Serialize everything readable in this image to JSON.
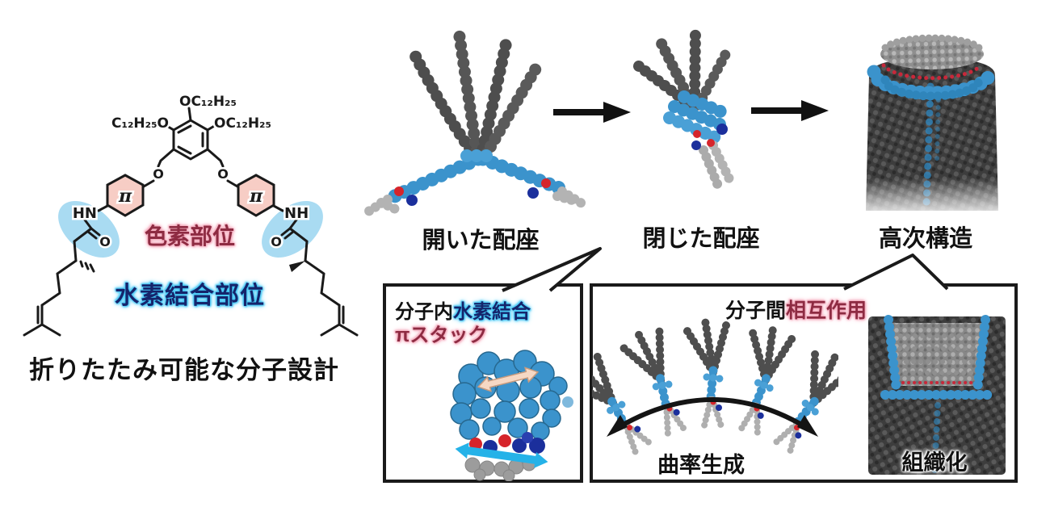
{
  "figure": {
    "molecule_design": {
      "caption": "折りたたみ可能な分子設計",
      "pigment_site_label": "色素部位",
      "hydrogen_bond_site_label": "水素結合部位",
      "top_alkoxy": "OC₁₂H₂₅",
      "left_alkoxy": "C₁₂H₂₅O",
      "right_alkoxy": "OC₁₂H₂₅",
      "pi_left": "π",
      "pi_right": "π",
      "amine_left": "HN",
      "amine_right": "NH",
      "ether_o_left": "O",
      "ether_o_right": "O",
      "carbonyl_o_left": "O",
      "carbonyl_o_right": "O"
    },
    "assembly_flow": {
      "step1_label": "開いた配座",
      "step2_label": "閉じた配座",
      "step3_label": "高次構造"
    },
    "intramolecular_box": {
      "title_prefix": "分子内",
      "title_highlight": "水素結合",
      "subtitle": "πスタック"
    },
    "intermolecular_box": {
      "title_prefix": "分子間",
      "title_highlight": "相互作用",
      "curvature_label": "曲率生成",
      "organization_label": "組織化"
    }
  },
  "colors": {
    "molecule_blue": "#3B93CC",
    "dark_alkyl_gray": "#4E4E4E",
    "light_alkyl_gray": "#B3B3B3",
    "highlight_ellipse_blue": "#A9DBF2",
    "pi_hexagon_pink": "#F7CDC5",
    "red_label": "#8E2B42",
    "red_label_glow": "#F5AFC0",
    "blue_label": "#15246B",
    "blue_label_glow": "#45C8F5",
    "oxygen_red": "#D6252B",
    "nitrogen_navy": "#1B2F9C",
    "arrow_black": "#111111",
    "pink_arrow": "#F6D8C4",
    "cyan_arrow": "#25B2E8"
  }
}
